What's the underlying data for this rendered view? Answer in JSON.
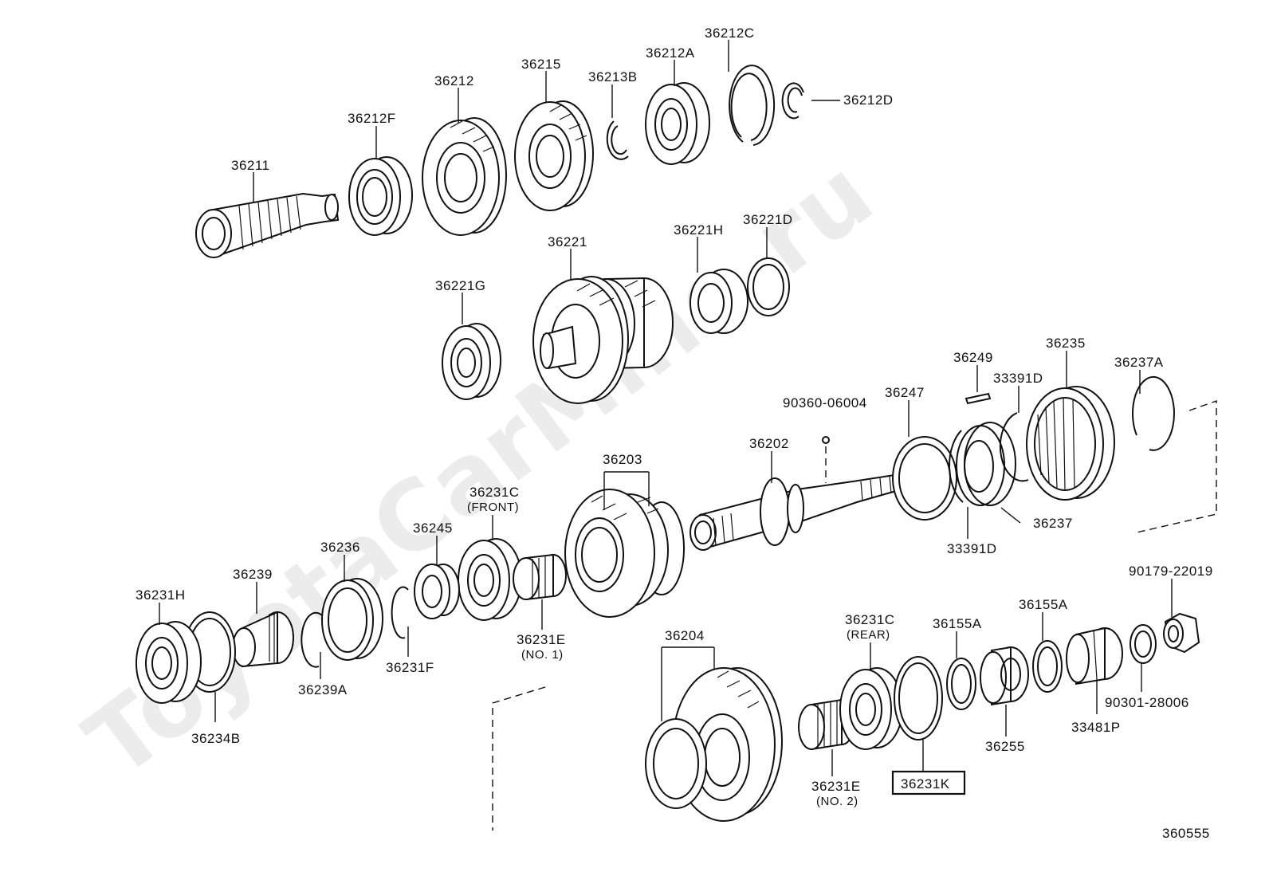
{
  "watermark": "ToyotaCarMine.ru",
  "figure_number": "360555",
  "highlighted_part": "36231K",
  "parts": {
    "p36211": "36211",
    "p36212F": "36212F",
    "p36212": "36212",
    "p36215": "36215",
    "p36213B": "36213B",
    "p36212A": "36212A",
    "p36212C": "36212C",
    "p36212D": "36212D",
    "p36221G": "36221G",
    "p36221": "36221",
    "p36221H": "36221H",
    "p36221D": "36221D",
    "p36249": "36249",
    "p36235": "36235",
    "p36237A": "36237A",
    "p33391D_top": "33391D",
    "p36247": "36247",
    "p90360": "90360-06004",
    "p36202": "36202",
    "p36203": "36203",
    "p36237": "36237",
    "p33391D_bottom": "33391D",
    "p36231C_front": "36231C",
    "front_note": "(FRONT)",
    "p36245": "36245",
    "p36236": "36236",
    "p36239": "36239",
    "p36231H": "36231H",
    "p36239A": "36239A",
    "p36231F": "36231F",
    "p36234B": "36234B",
    "p36231E_1": "36231E",
    "no1_note": "(NO. 1)",
    "p36204": "36204",
    "p36231C_rear": "36231C",
    "rear_note": "(REAR)",
    "p36155A_1": "36155A",
    "p36155A_2": "36155A",
    "p90179": "90179-22019",
    "p90301": "90301-28006",
    "p33481P": "33481P",
    "p36255": "36255",
    "p36231E_2": "36231E",
    "no2_note": "(NO. 2)",
    "p36231K": "36231K"
  }
}
